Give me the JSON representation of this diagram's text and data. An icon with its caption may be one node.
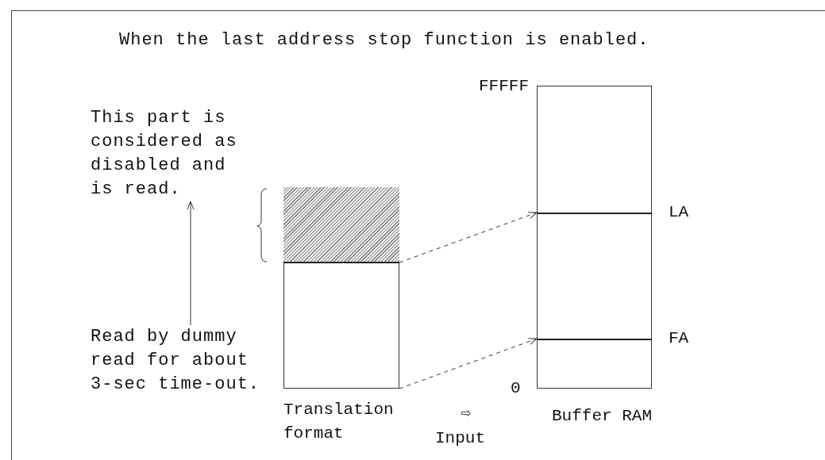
{
  "diagram": {
    "title": "When the last address stop function is enabled.",
    "nodes": [
      {
        "text": [
          "Translation format"
        ]
      },
      {
        "text": [],
        "shape": "box",
        "in": 0
      },
      {
        "text": [
          "Buffer RAM"
        ]
      },
      {
        "text": [
          "This part is considered as disabled and is read."
        ]
      },
      {
        "text": [
          "Read by dummy read for about 3-sec time-out."
        ]
      }
    ],
    "edges": [
      {
        "from": 1,
        "to": 2,
        "arrow": "to",
        "style": "dashed"
      },
      {
        "from": 0,
        "to": 2,
        "arrow": "to",
        "style": "dashed"
      },
      {
        "from": 4,
        "to": 3,
        "arrow": "to"
      }
    ],
    "labels": [
      "FFFFF",
      "LA",
      "FA",
      "0",
      "⇨",
      "Input"
    ]
  }
}
